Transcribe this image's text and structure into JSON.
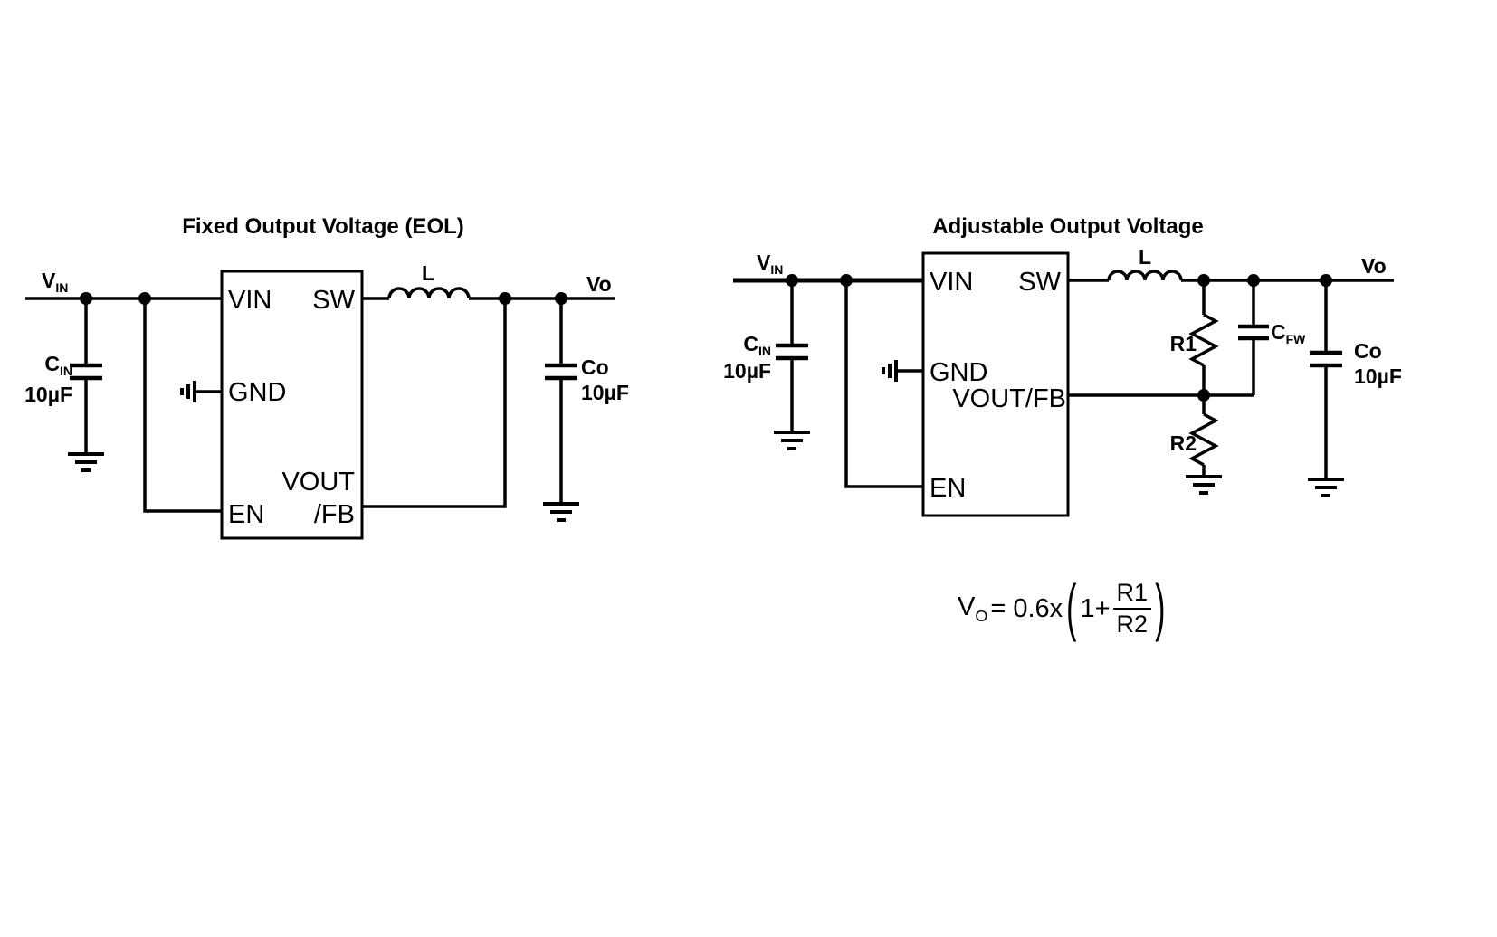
{
  "left_circuit": {
    "title": "Fixed Output Voltage (EOL)",
    "input_label": {
      "main": "V",
      "sub": "IN"
    },
    "cin": {
      "main": "C",
      "sub": "IN",
      "value": "10µF"
    },
    "pins": {
      "vin": "VIN",
      "sw": "SW",
      "gnd": "GND",
      "vout": "VOUT",
      "fb": "/FB",
      "en": "EN"
    },
    "inductor": "L",
    "output_label": "Vo",
    "co": {
      "name": "Co",
      "value": "10µF"
    }
  },
  "right_circuit": {
    "title": "Adjustable Output Voltage",
    "input_label": {
      "main": "V",
      "sub": "IN"
    },
    "cin": {
      "main": "C",
      "sub": "IN",
      "value": "10µF"
    },
    "pins": {
      "vin": "VIN",
      "sw": "SW",
      "gnd": "GND",
      "voutfb": "VOUT/FB",
      "en": "EN"
    },
    "inductor": "L",
    "r1": "R1",
    "r2": "R2",
    "cfw": {
      "main": "C",
      "sub": "FW"
    },
    "output_label": "Vo",
    "co": {
      "name": "Co",
      "value": "10µF"
    },
    "formula": {
      "lhs": "V",
      "lhs_sub": "O",
      "eq": "= 0.6x",
      "open_paren": "(",
      "one_plus": "1+",
      "numerator": "R1",
      "denominator": "R2",
      "close_paren": ")"
    }
  }
}
